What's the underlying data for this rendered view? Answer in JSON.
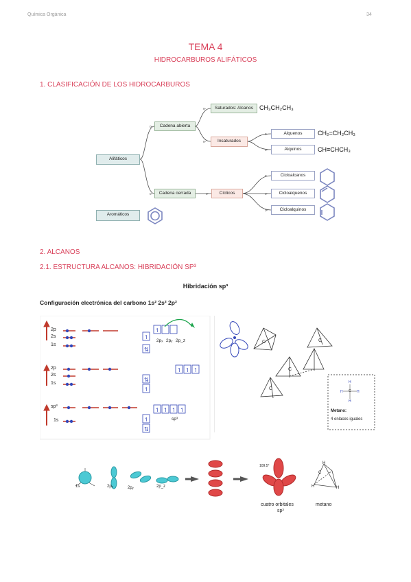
{
  "header": {
    "course": "Química Orgánica",
    "page": "34"
  },
  "titles": {
    "tema": "TEMA 4",
    "subtitle": "HIDROCARBUROS ALIFÁTICOS"
  },
  "section1": {
    "heading": "1.   CLASIFICACIÓN DE LOS HIDROCARBUROS"
  },
  "classification": {
    "aliphatic": "Alifáticos",
    "aromatic": "Aromáticos",
    "open_chain": "Cadena abierta",
    "closed_chain": "Cadena cerrada",
    "saturated": "Saturados: Alcanos",
    "unsaturated": "Insaturados",
    "alkenes": "Alquenos",
    "alkynes": "Alquinos",
    "cyclic": "Cíclicos",
    "cycloalkanes": "Cicloalcanos",
    "cycloalkenes": "Cicloalquenos",
    "cycloalkynes": "Cicloalquinos",
    "formula_alkane": "CH₃CH₂CH₃",
    "formula_alkene": "CH₂=CH₂CH₃",
    "formula_alkyne": "CH≡CHCH₃"
  },
  "section2": {
    "heading": "2.   ALCANOS",
    "sub_heading": "2.1.   ESTRUCTURA ALCANOS: HIBRIDACIÓN SP³"
  },
  "hybrid": {
    "title": "Hibridación sp³",
    "config": "Configuración electrónica del carbono 1s² 2s² 2p²"
  },
  "orbital_labels": {
    "p2": "2p",
    "s2": "2s",
    "s1": "1s",
    "sp3": "sp³",
    "px": "2pₓ",
    "py": "2pᵧ",
    "pz": "2p_z"
  },
  "methane_box": {
    "name": "Metano:",
    "desc": "4 enlaces iguales"
  },
  "bottom": {
    "s": "1s",
    "px": "2pₓ",
    "py": "2pᵧ",
    "pz": "2p_z",
    "angle": "109.5°",
    "four_orbitals_1": "cuatro orbitales",
    "four_orbitals_2": "sp³",
    "methane": "metano",
    "h": "H",
    "c": "C"
  }
}
